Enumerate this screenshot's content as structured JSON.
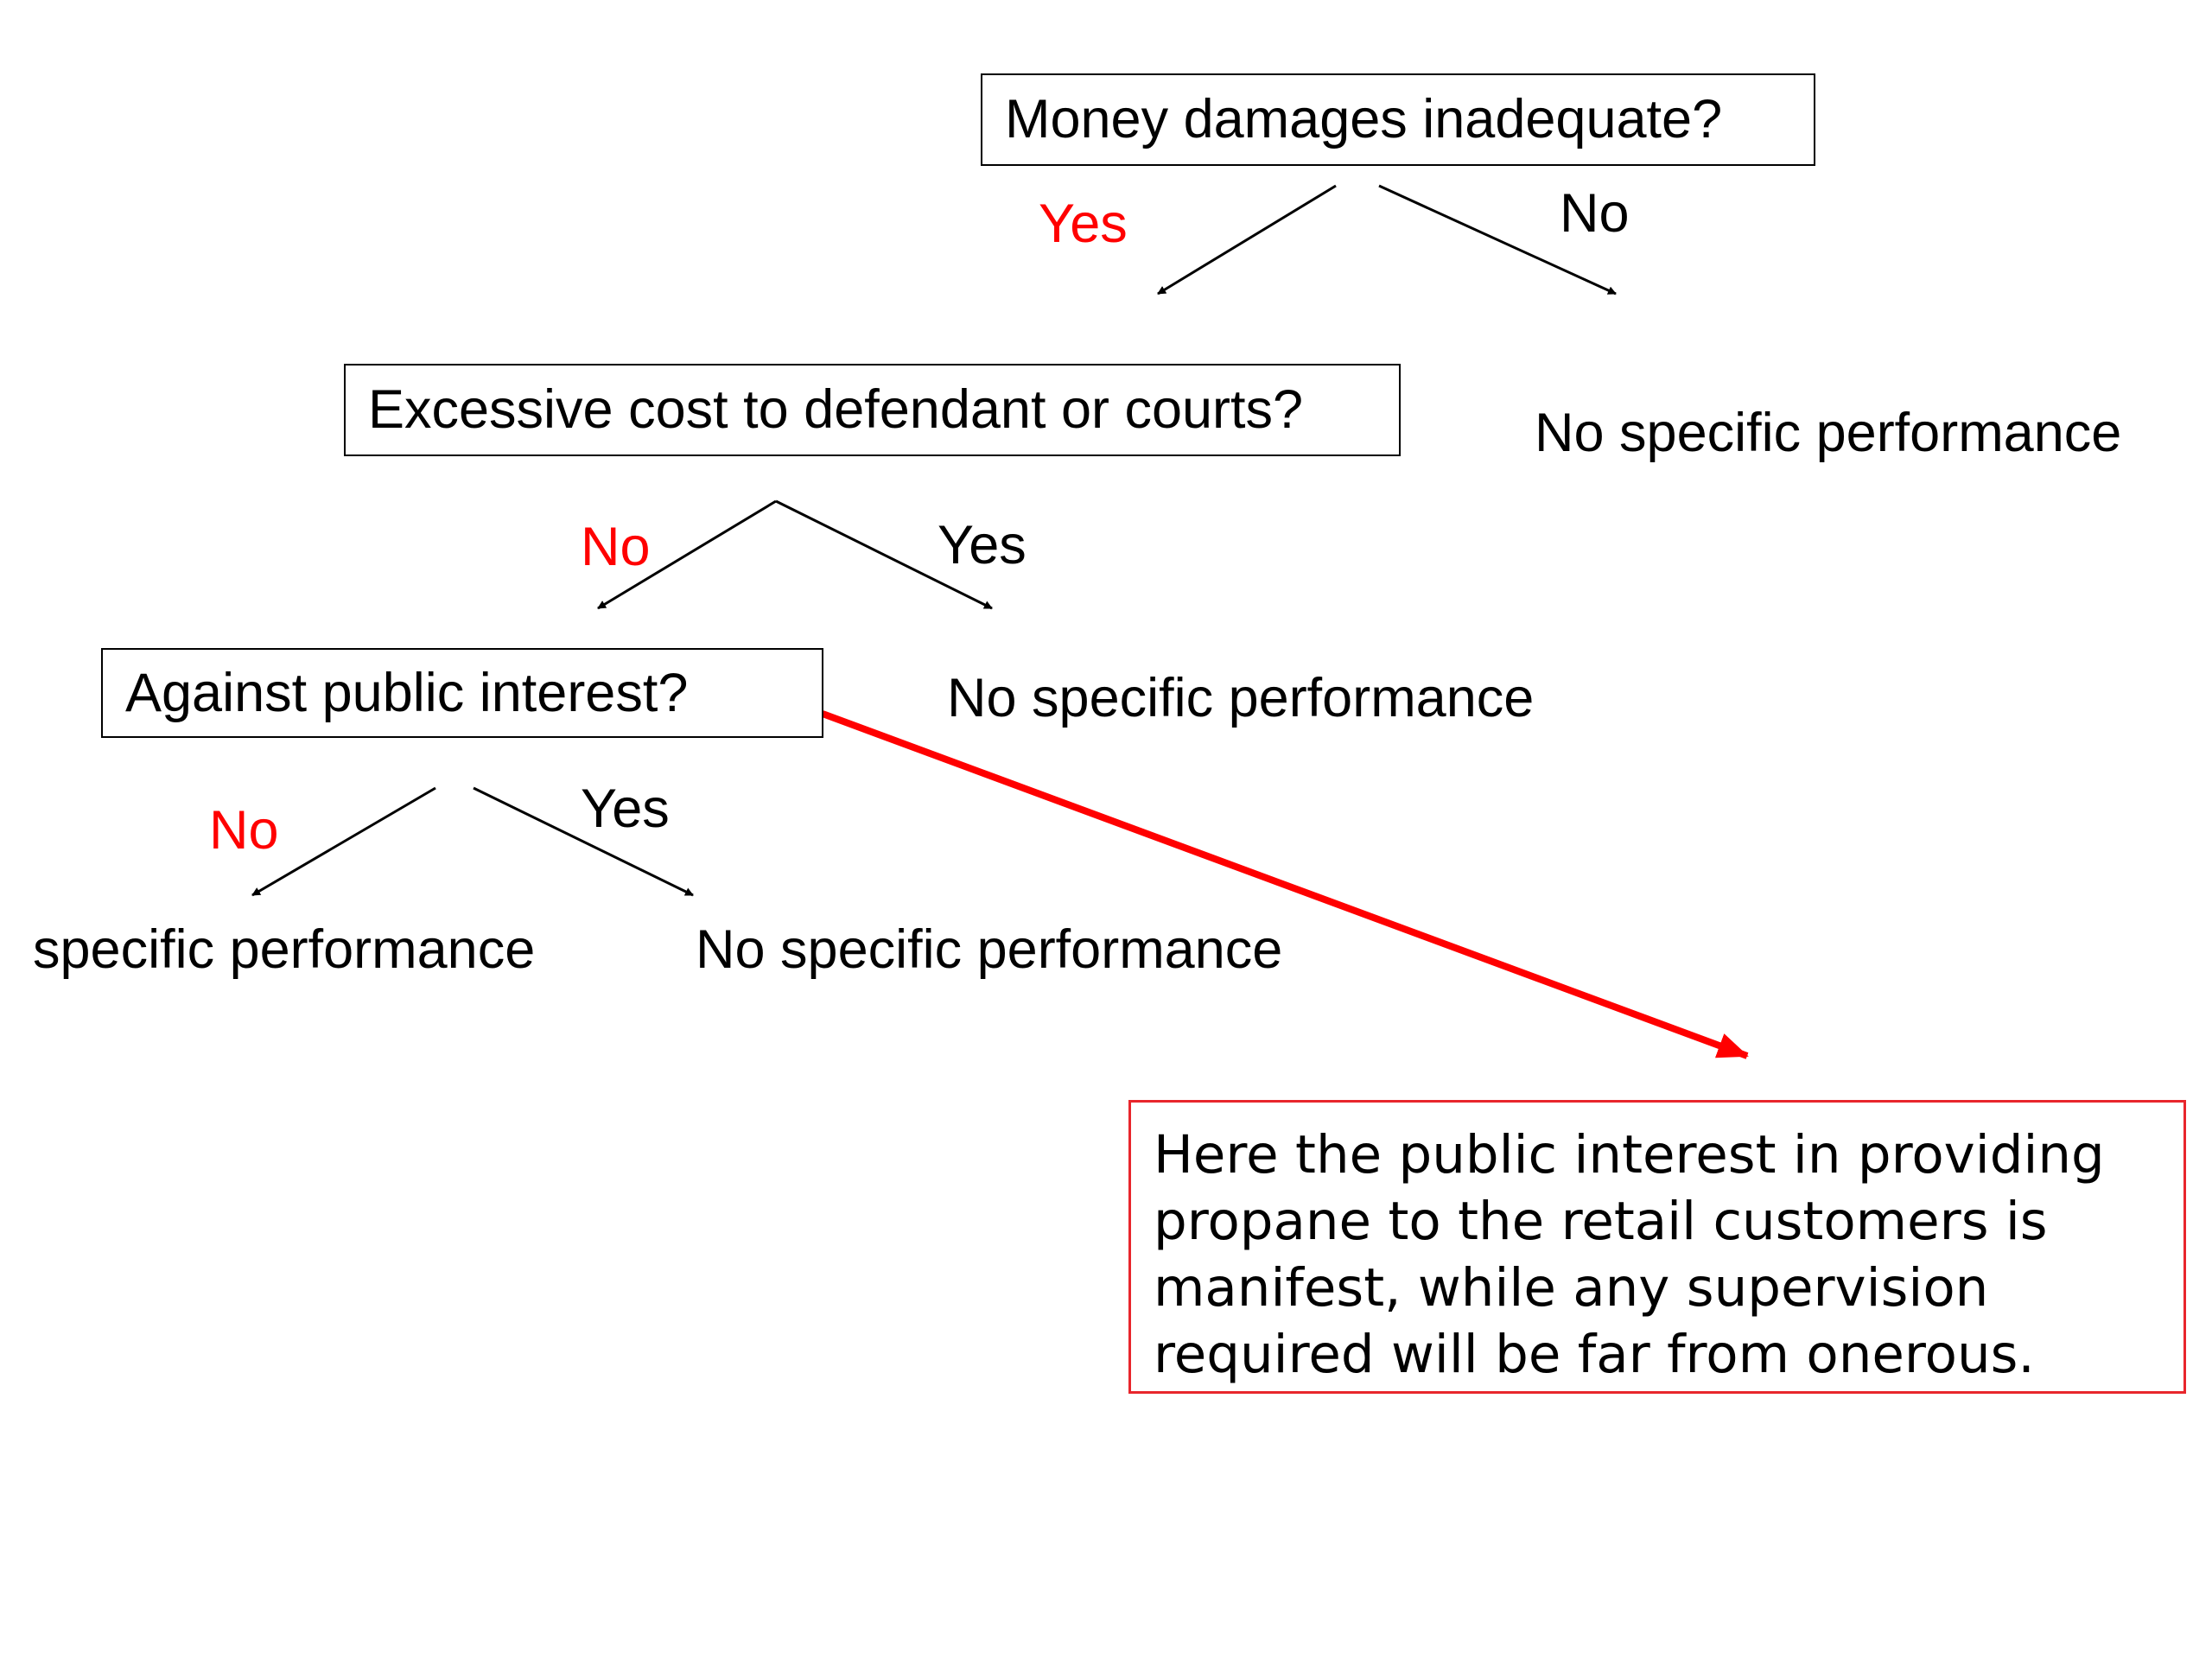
{
  "nodes": {
    "q1": "Money damages inadequate?",
    "q2": "Excessive cost to defendant or courts?",
    "q3": "Against public interest?"
  },
  "branches": {
    "q1_yes": "Yes",
    "q1_no": "No",
    "q2_no": "No",
    "q2_yes": "Yes",
    "q3_no": "No",
    "q3_yes": "Yes"
  },
  "outcomes": {
    "q1_no": "No specific performance",
    "q2_yes": "No specific performance",
    "q3_no": "specific performance",
    "q3_yes": "No specific performance"
  },
  "callout": {
    "lines": [
      "Here the public interest in providing",
      "propane to the retail customers is",
      "manifest, while any supervision",
      "required will be far from onerous."
    ]
  },
  "colors": {
    "highlight": "#ff0000",
    "callout_border": "#e8262c",
    "line": "#000000"
  }
}
